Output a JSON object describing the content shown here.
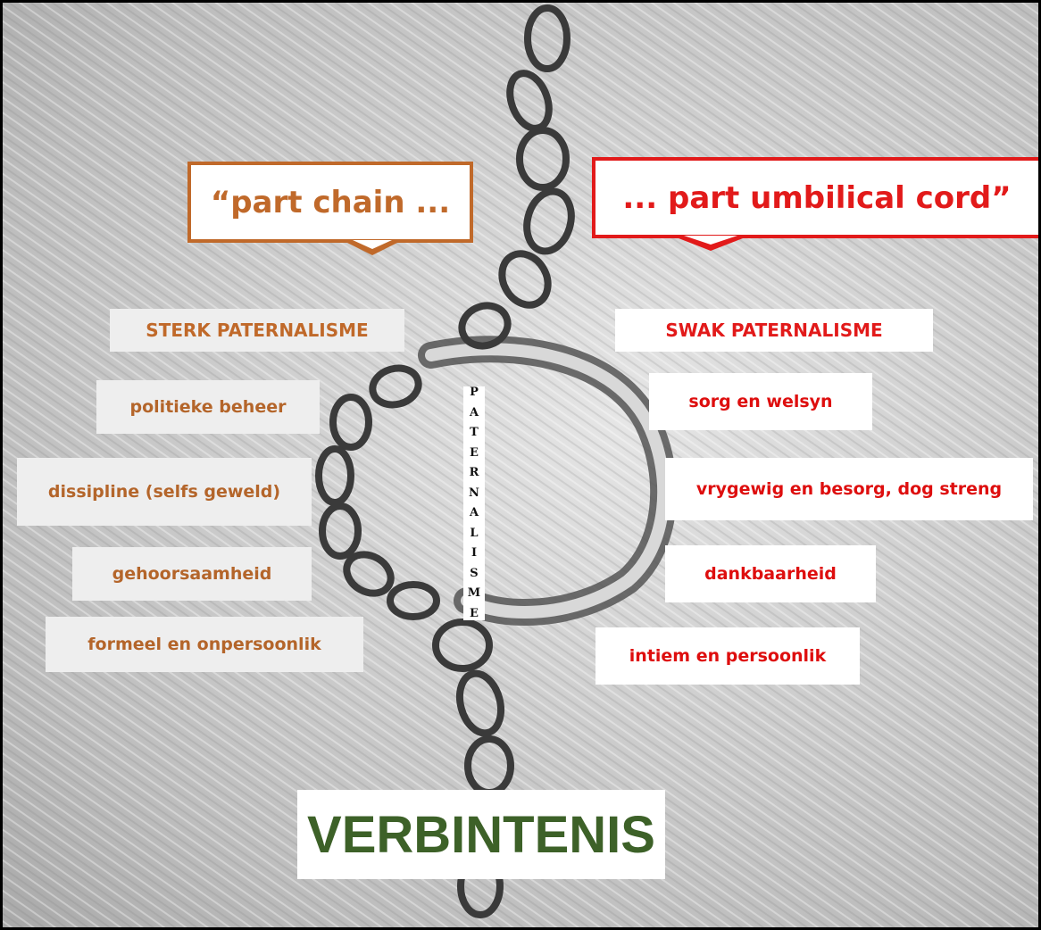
{
  "callouts": {
    "left": "“part chain ...",
    "right": "... part umbilical cord”"
  },
  "headings": {
    "left": "STERK PATERNALISME",
    "right": "SWAK PATERNALISME"
  },
  "left_items": [
    "politieke beheer",
    "dissipline (selfs geweld)",
    "gehoorsaamheid",
    "formeel en onpersoonlik"
  ],
  "right_items": [
    "sorg en welsyn",
    "vrygewig en besorg, dog streng",
    "dankbaarheid",
    "intiem en persoonlik"
  ],
  "center_vertical_word": [
    "P",
    "A",
    "T",
    "E",
    "R",
    "N",
    "A",
    "L",
    "I",
    "S",
    "M",
    "E"
  ],
  "bottom_title": "VERBINTENIS",
  "colors": {
    "left_accent": "#c0692a",
    "right_accent": "#e21a1a",
    "title_green": "#3d6128"
  }
}
